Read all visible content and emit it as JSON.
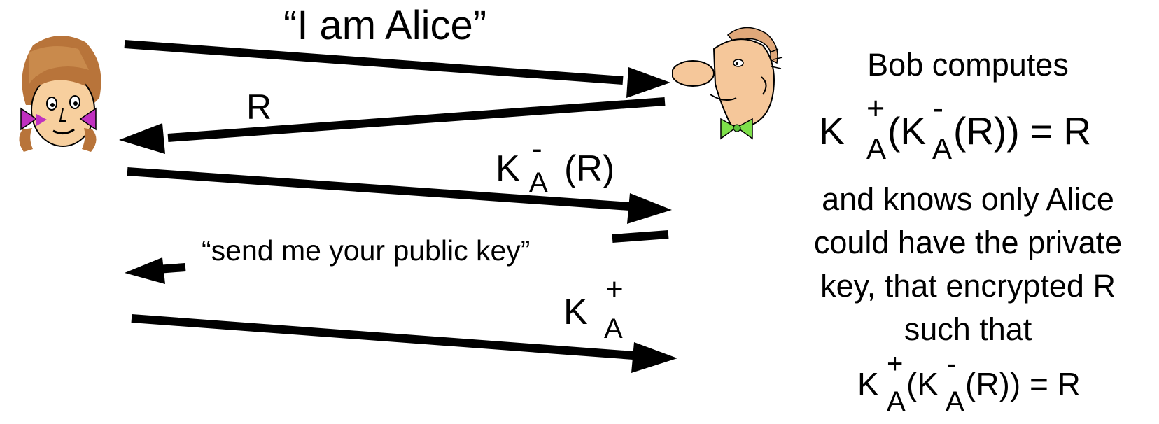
{
  "messages": {
    "m1": "“I am Alice”",
    "m2": "R",
    "m3_key": "K",
    "m3_sup": "-",
    "m3_sub": "A",
    "m3_arg": "(R)",
    "m4": "“send me your public key”",
    "m5_key": "K",
    "m5_sup": "+",
    "m5_sub": "A"
  },
  "bob_text": {
    "line1": "Bob computes",
    "formula1": {
      "k1": "K",
      "sup1": "+",
      "sub1": "A",
      "mid": "(K",
      "sup2": "-",
      "sub2": "A",
      "tail": "(R)) = R"
    },
    "line2": "and knows only Alice",
    "line3": "could have the private",
    "line4": "key, that encrypted R",
    "line5": "such that",
    "formula2": {
      "k1": "K",
      "sup1": "+",
      "sub1": "A",
      "mid": "(K",
      "sup2": "-",
      "sub2": "A",
      "tail": "(R)) = R"
    }
  },
  "colors": {
    "ink": "#000000",
    "alice_hair": "#b8743a",
    "alice_bow": "#c030c0",
    "bob_skin": "#f5c79a",
    "bob_tie": "#7ee04a"
  }
}
